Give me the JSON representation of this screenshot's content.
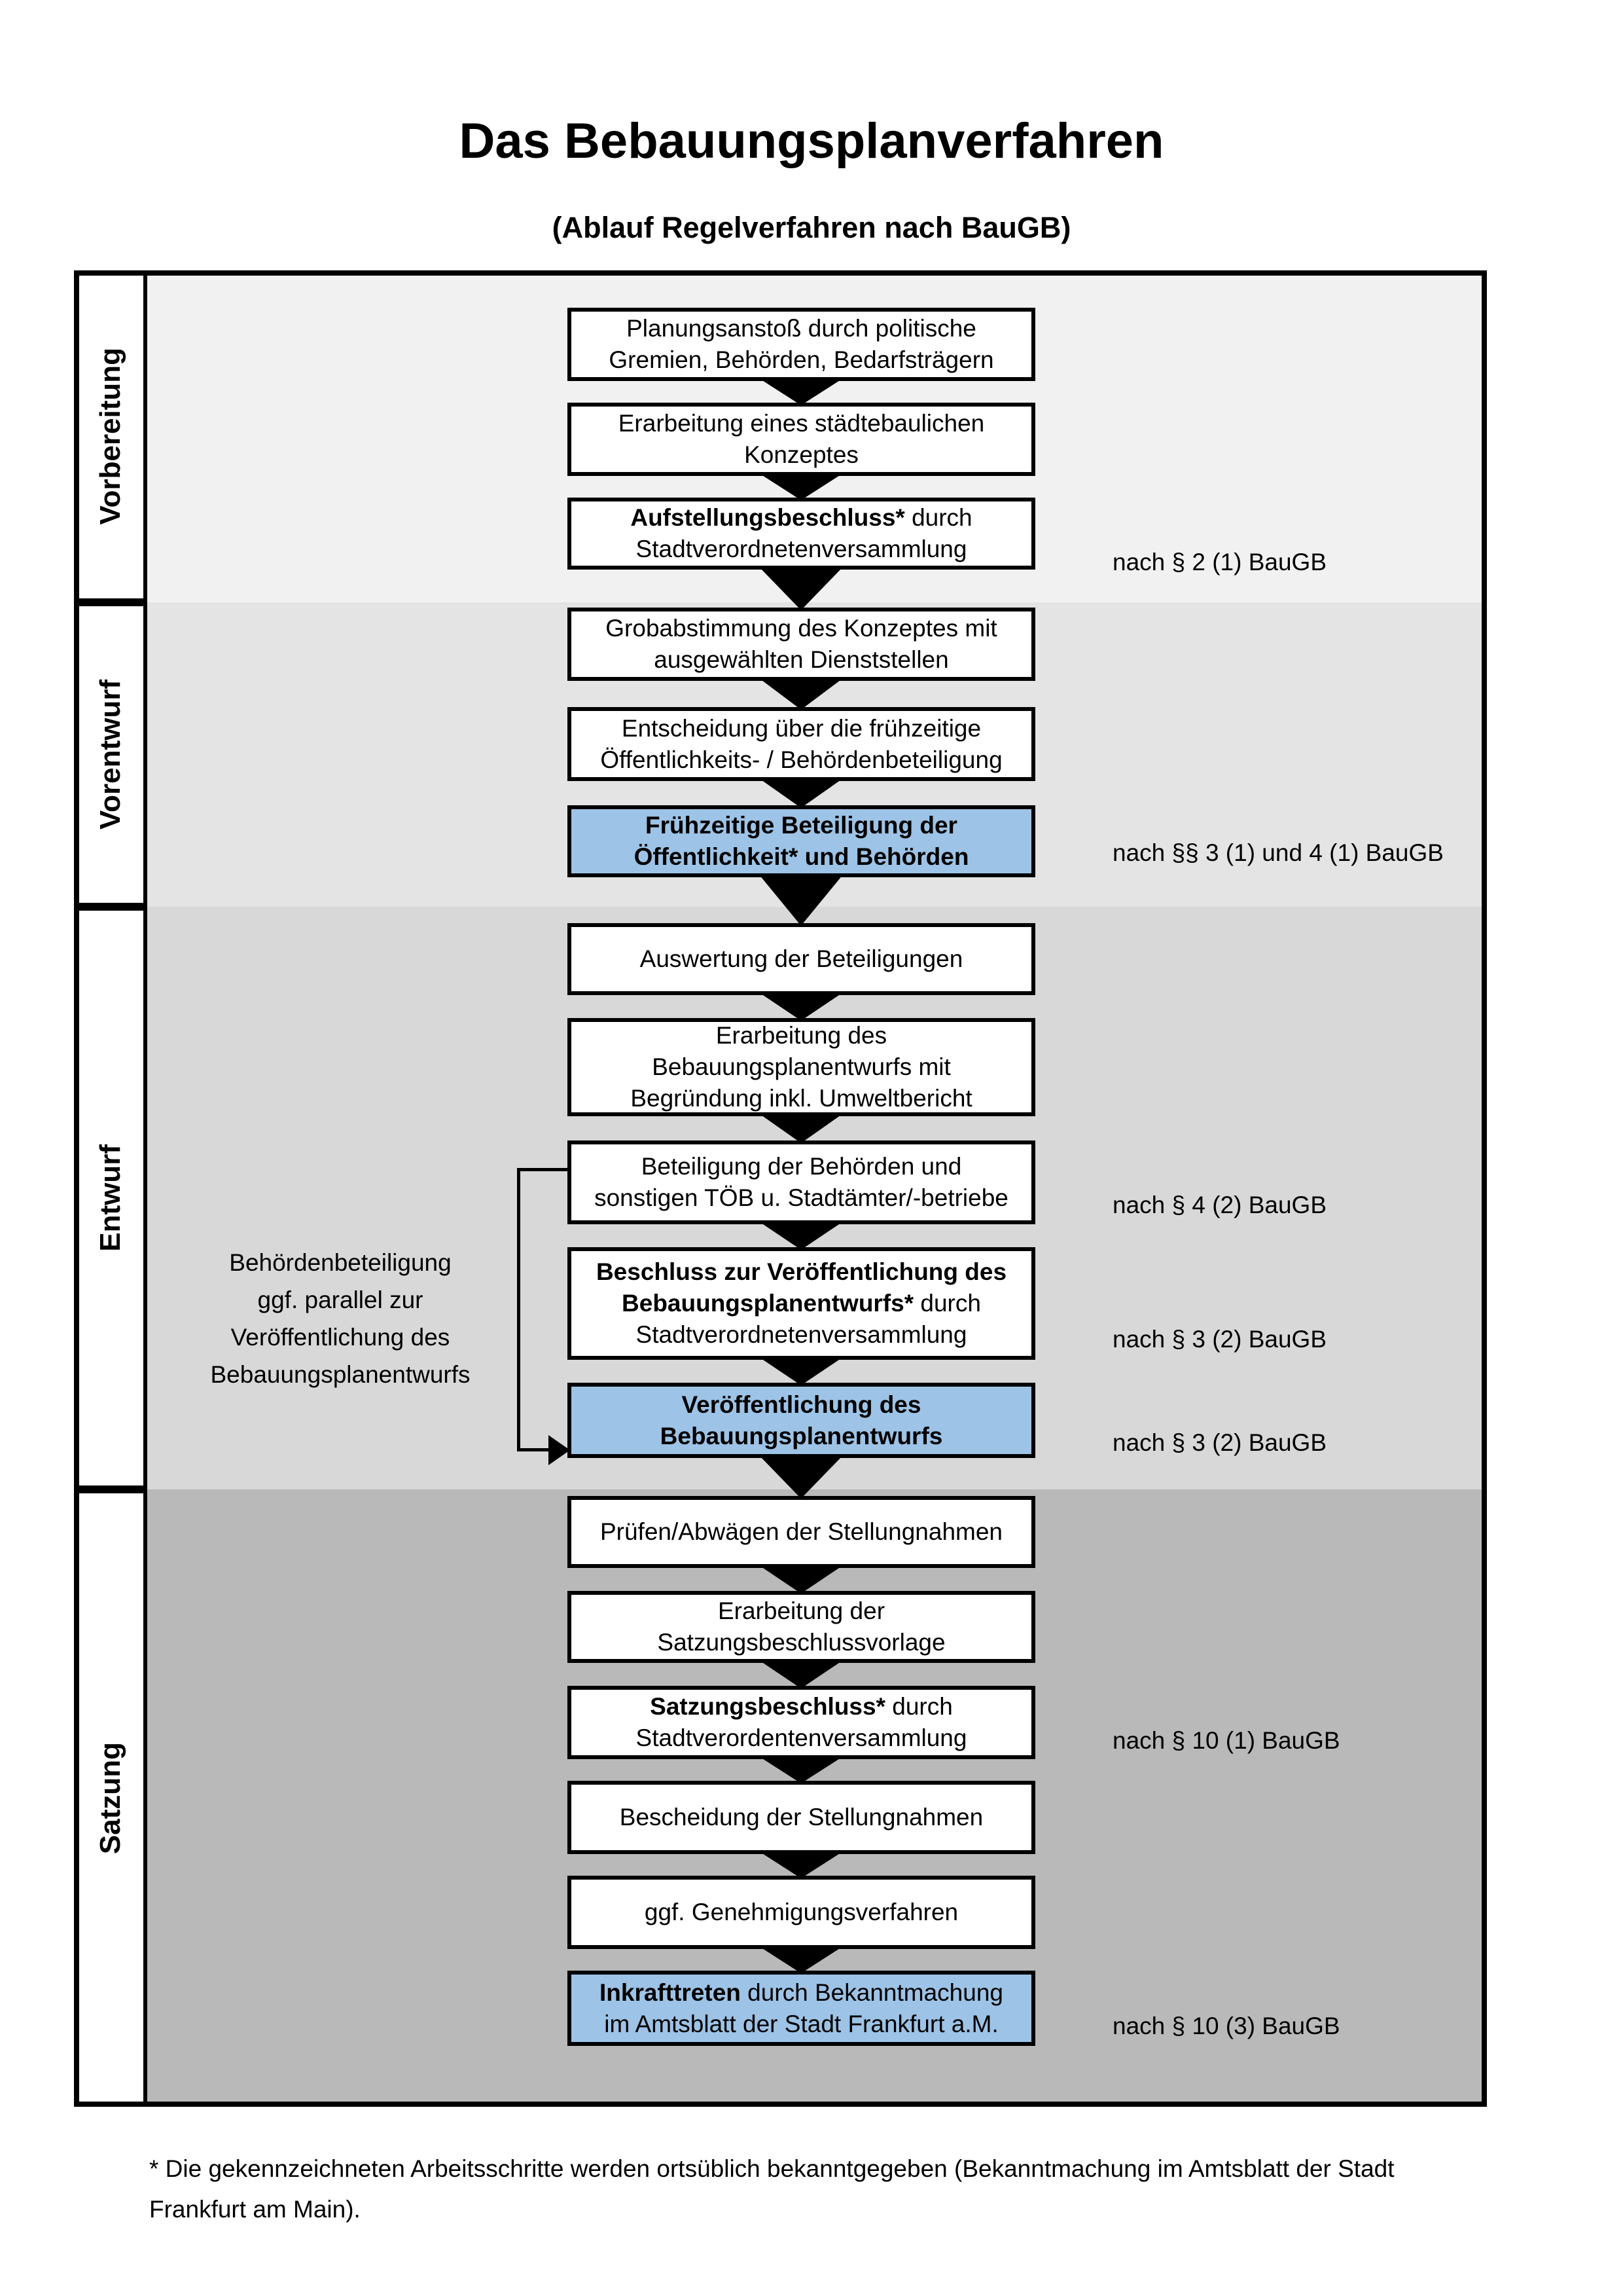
{
  "header": {
    "title": "Das Bebauungsplanverfahren",
    "subtitle": "(Ablauf Regelverfahren nach BauGB)"
  },
  "phases": {
    "p1": "Vorbereitung",
    "p2": "Vorentwurf",
    "p3": "Entwurf",
    "p4": "Satzung"
  },
  "boxes": {
    "b1": {
      "l1": "Planungsanstoß durch politische",
      "l2": "Gremien, Behörden, Bedarfsträgern"
    },
    "b2": {
      "l1": "Erarbeitung eines städtebaulichen",
      "l2": "Konzeptes"
    },
    "b3": {
      "l1b": "Aufstellungsbeschluss*",
      "l1r": " durch",
      "l2": "Stadtverordnetenversammlung"
    },
    "b4": {
      "l1": "Grobabstimmung des Konzeptes mit",
      "l2": "ausgewählten Dienststellen"
    },
    "b5": {
      "l1": "Entscheidung über die frühzeitige",
      "l2": "Öffentlichkeits- / Behördenbeteiligung"
    },
    "b6": {
      "l1": "Frühzeitige Beteiligung der",
      "l2": "Öffentlichkeit* und Behörden"
    },
    "b7": {
      "l1": "Auswertung der Beteiligungen"
    },
    "b8": {
      "l1": "Erarbeitung des",
      "l2": "Bebauungsplanentwurfs mit",
      "l3": "Begründung inkl. Umweltbericht"
    },
    "b9": {
      "l1": "Beteiligung der Behörden und",
      "l2": "sonstigen TÖB u. Stadtämter/-betriebe"
    },
    "b10": {
      "l1": "Beschluss zur Veröffentlichung des",
      "l2b": "Bebauungsplanentwurfs*",
      "l2r": " durch",
      "l3": "Stadtverordnetenversammlung"
    },
    "b11": {
      "l1": "Veröffentlichung des",
      "l2": "Bebauungsplanentwurfs"
    },
    "b12": {
      "l1": "Prüfen/Abwägen der Stellungnahmen"
    },
    "b13": {
      "l1": "Erarbeitung der",
      "l2": "Satzungsbeschlussvorlage"
    },
    "b14": {
      "l1b": "Satzungsbeschluss*",
      "l1r": " durch",
      "l2": "Stadtverordentenversammlung"
    },
    "b15": {
      "l1": "Bescheidung der Stellungnahmen"
    },
    "b16": {
      "l1": "ggf. Genehmigungsverfahren"
    },
    "b17": {
      "l1b": "Inkrafttreten",
      "l1r": " durch Bekanntmachung",
      "l2": "im Amtsblatt der Stadt Frankfurt a.M."
    }
  },
  "annotations": {
    "a1": "nach § 2 (1) BauGB",
    "a2": "nach §§ 3 (1) und 4 (1) BauGB",
    "a3": "nach § 4 (2) BauGB",
    "a4": "nach § 3 (2) BauGB",
    "a5": "nach § 3 (2) BauGB",
    "a6": "nach § 10 (1) BauGB",
    "a7": "nach § 10 (3) BauGB"
  },
  "side_note": {
    "l1": "Behördenbeteiligung",
    "l2": "ggf. parallel zur",
    "l3": "Veröffentlichung des",
    "l4": "Bebauungsplanentwurfs"
  },
  "footnote": {
    "l1": "* Die gekennzeichneten Arbeitsschritte werden ortsüblich bekanntgegeben (Bekanntmachung im Amtsblatt  der Stadt",
    "l2": "Frankfurt am Main)."
  },
  "colors": {
    "highlight_blue": "#9dc3e6",
    "section_vorbereitung": "#f1f1f1",
    "section_vorentwurf": "#e4e4e4",
    "section_entwurf": "#d8d8d8",
    "section_satzung": "#b9b9b9",
    "line": "#000000"
  }
}
